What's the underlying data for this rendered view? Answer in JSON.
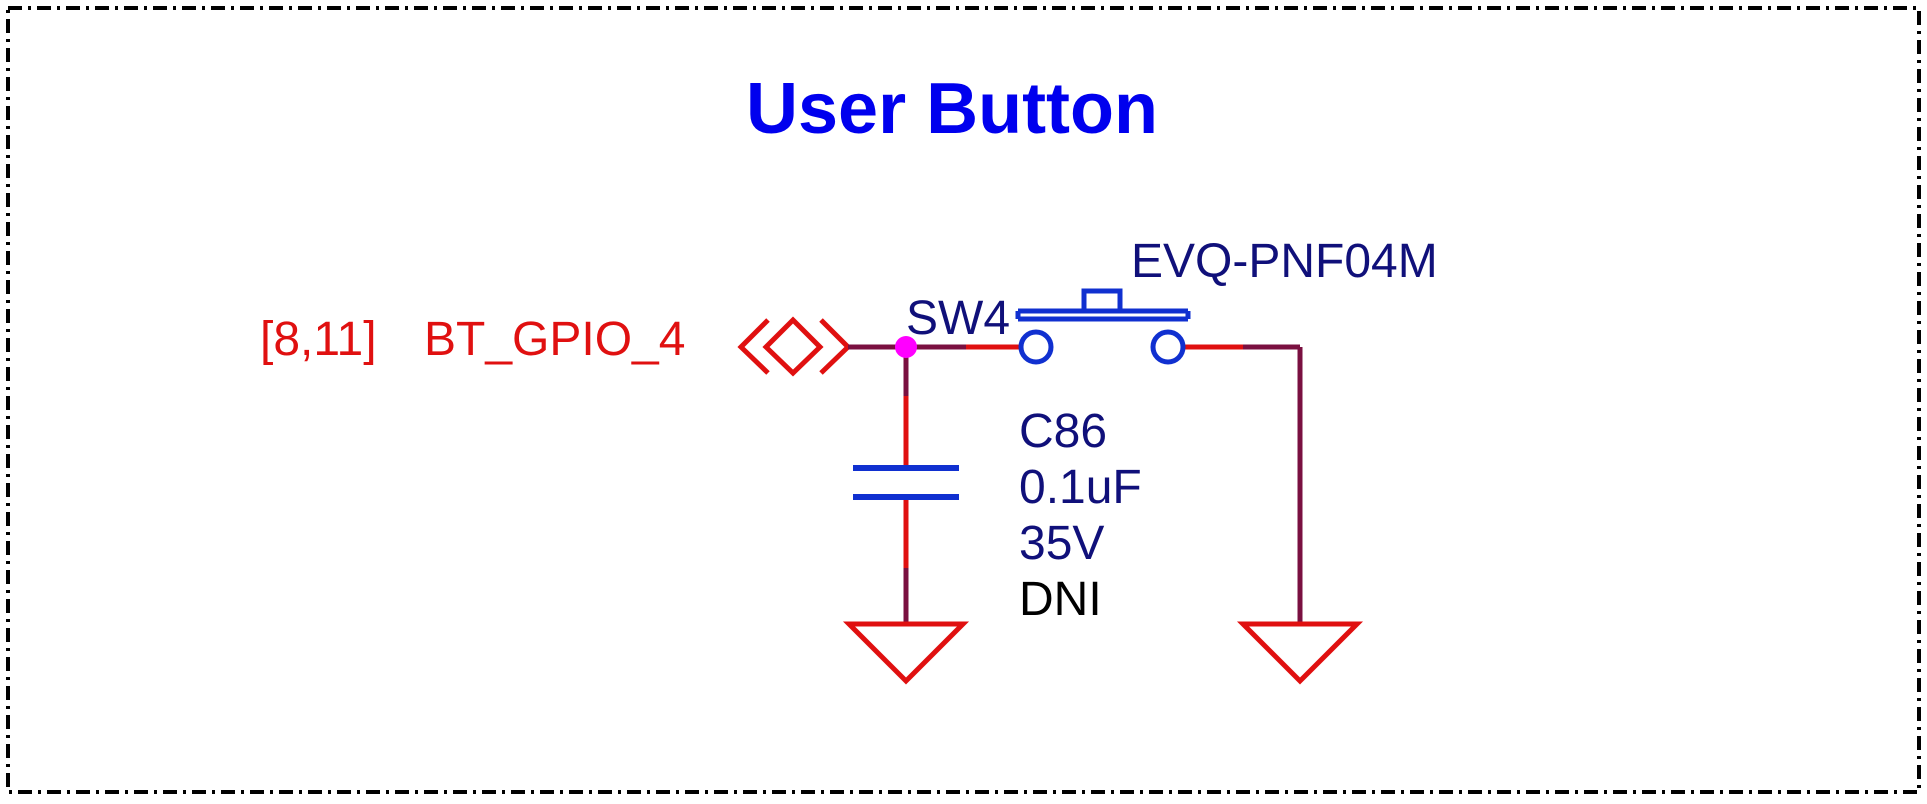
{
  "title": "User Button",
  "net": {
    "sheet_refs": "[8,11]",
    "name": "BT_GPIO_4"
  },
  "switch": {
    "designator": "SW4",
    "part_number": "EVQ-PNF04M"
  },
  "capacitor": {
    "designator": "C86",
    "value": "0.1uF",
    "voltage": "35V",
    "population": "DNI"
  },
  "colors": {
    "frame": "#000000",
    "title": "#0000ee",
    "net_label": "#e01010",
    "wire": "#7a1040",
    "pin": "#e01010",
    "symbol": "#1030d0",
    "ref_text": "#10107a",
    "dni_text": "#000000",
    "junction": "#ff00ff",
    "ground": "#e01010"
  },
  "icons": {
    "port": "bidirectional-port-icon",
    "ground": "ground-icon",
    "junction": "junction-dot-icon"
  }
}
